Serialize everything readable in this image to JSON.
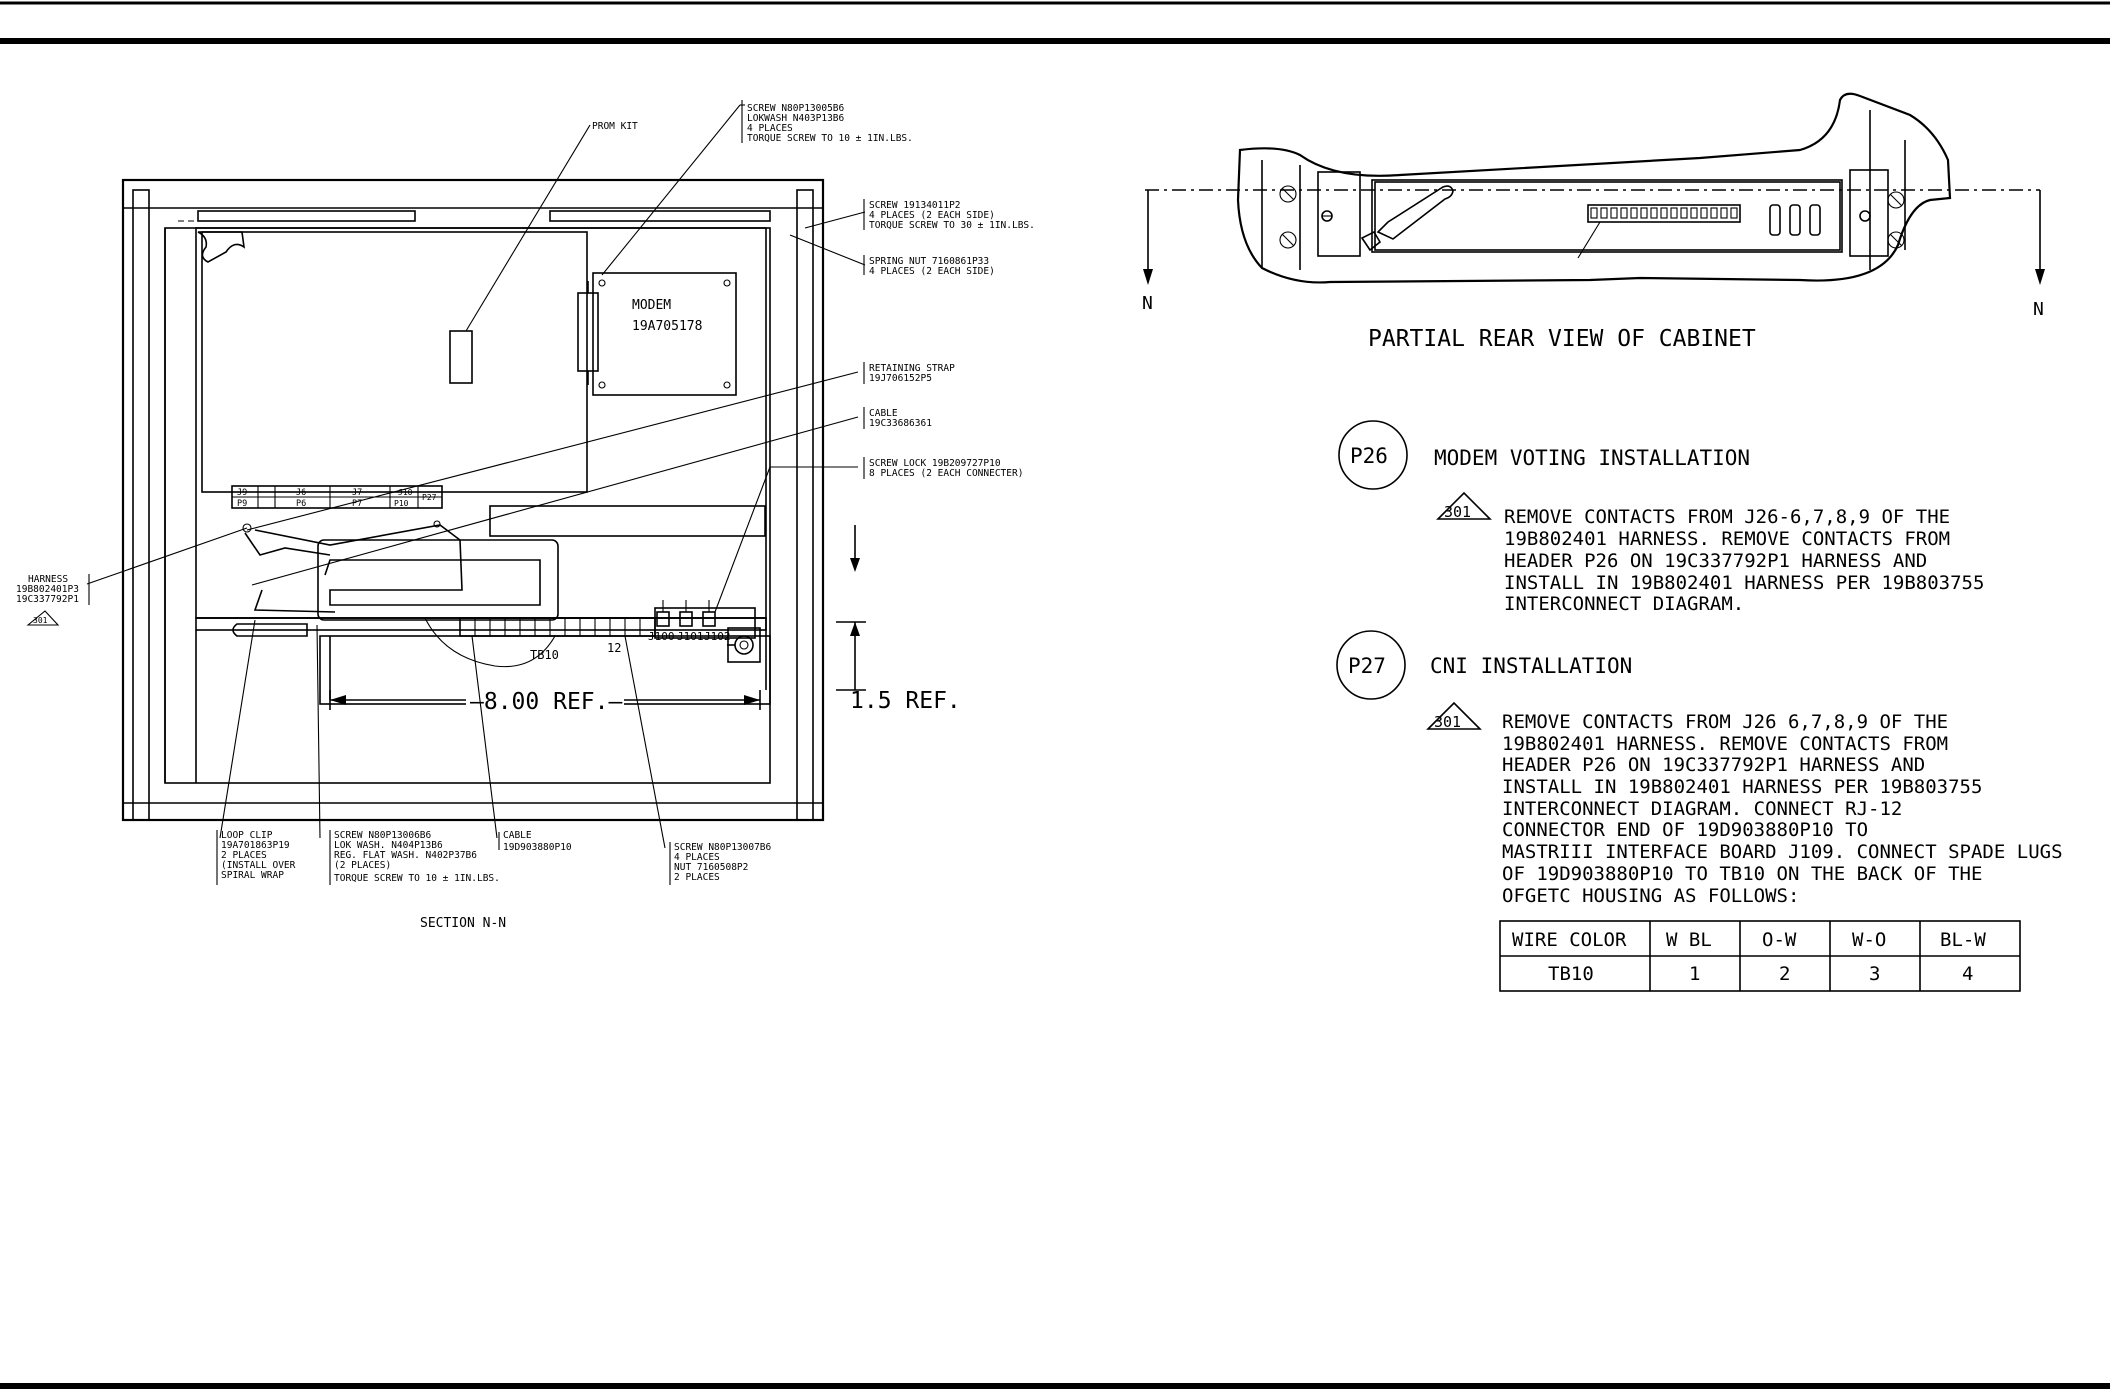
{
  "section_view": {
    "caption": "SECTION N-N",
    "modem_label": "MODEM",
    "modem_part": "19A705178",
    "connectors": {
      "j9": "J9",
      "p9": "P9",
      "j6": "J6",
      "p6": "P6",
      "j7": "J7",
      "p7": "P7",
      "j10": "J10",
      "p10": "P10",
      "p27": "P27"
    },
    "jacks": [
      "J100",
      "J101",
      "J102"
    ],
    "tb10": "TB10",
    "tb10_end": "12",
    "dim_width": "8.00 REF.",
    "dim_height": "1.5 REF.",
    "callouts": {
      "prom_kit": [
        "PROM KIT"
      ],
      "screw_top": [
        "SCREW N80P13005B6",
        "LOKWASH N403P13B6",
        "4 PLACES",
        "TORQUE SCREW TO 10 ± 1IN.LBS."
      ],
      "screw_side": [
        "SCREW 19134011P2",
        "4 PLACES (2 EACH SIDE)",
        "TORQUE SCREW TO 30 ± 1IN.LBS."
      ],
      "spring_nut": [
        "SPRING NUT 7160861P33",
        "4 PLACES (2 EACH SIDE)"
      ],
      "retaining_strap": [
        "RETAINING STRAP",
        "19J706152P5"
      ],
      "cable_right": [
        "CABLE",
        "19C33686361"
      ],
      "screw_lock": [
        "SCREW LOCK 19B209727P10",
        "8 PLACES (2 EACH CONNECTER)"
      ],
      "harness": [
        "HARNESS",
        "19B802401P3",
        "19C337792P1"
      ],
      "harness_rev": "301",
      "loop_clip": [
        "LOOP CLIP",
        "19A701863P19",
        "2 PLACES",
        "(INSTALL OVER",
        "SPIRAL WRAP"
      ],
      "screw_bottom": [
        "SCREW N80P13006B6",
        "LOK WASH. N404P13B6",
        "REG. FLAT WASH. N402P37B6",
        "(2 PLACES)",
        "TORQUE SCREW TO 10 ± 1IN.LBS."
      ],
      "cable_bottom": [
        "CABLE",
        "19D903880P10"
      ],
      "screw_nut": [
        "SCREW N80P13007B6",
        "4 PLACES",
        "NUT 7160508P2",
        "2 PLACES"
      ]
    }
  },
  "rear_view": {
    "caption": "PARTIAL REAR VIEW OF CABINET",
    "n_left": "N",
    "n_right": "N"
  },
  "p26": {
    "tag": "P26",
    "title": "MODEM VOTING INSTALLATION",
    "rev": "301",
    "lines": [
      "REMOVE CONTACTS FROM J26-6,7,8,9 OF THE",
      "19B802401 HARNESS.  REMOVE CONTACTS FROM",
      "HEADER P26 ON 19C337792P1 HARNESS AND",
      "INSTALL IN 19B802401 HARNESS PER 19B803755",
      "INTERCONNECT DIAGRAM."
    ]
  },
  "p27": {
    "tag": "P27",
    "title": "CNI INSTALLATION",
    "rev": "301",
    "lines": [
      "REMOVE CONTACTS FROM J26 6,7,8,9 OF THE",
      "19B802401 HARNESS.  REMOVE CONTACTS FROM",
      "HEADER P26 ON 19C337792P1 HARNESS AND",
      "INSTALL IN 19B802401 HARNESS PER 19B803755",
      "INTERCONNECT DIAGRAM. CONNECT RJ-12",
      "CONNECTOR END OF 19D903880P10 TO",
      "MASTRIII INTERFACE BOARD J109. CONNECT SPADE LUGS",
      "OF 19D903880P10 TO TB10 ON THE BACK OF THE",
      "OFGETC HOUSING AS FOLLOWS:"
    ]
  },
  "wire_table": {
    "headers": [
      "WIRE COLOR",
      "W BL",
      "O-W",
      "W-O",
      "BL-W"
    ],
    "rows": [
      [
        "TB10",
        "1",
        "2",
        "3",
        "4"
      ]
    ]
  }
}
